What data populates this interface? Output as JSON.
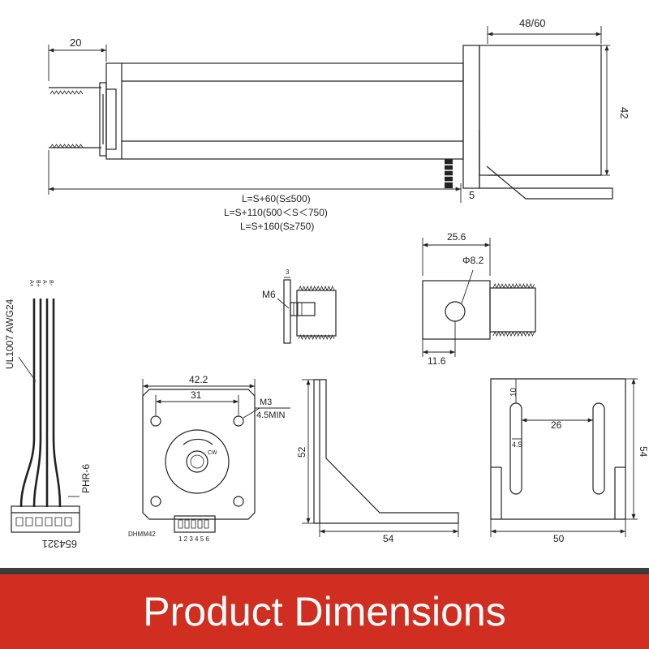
{
  "top_view": {
    "dim_front_length": "20",
    "dim_motor_width": "48/60",
    "dim_motor_height": "42",
    "dim_bracket_thickness": "5",
    "length_formula_1": "L=S+60(S≤500)",
    "length_formula_2": "L=S+110(500＜S＜750)",
    "length_formula_3": "L=S+160(S≥750)"
  },
  "cable": {
    "wire_labels": [
      "A+",
      "B+",
      "A-",
      "B-"
    ],
    "wire_spec": "UL1007 AWG24",
    "connector": "PHR-6",
    "pin_numbers": "654321"
  },
  "nut_view": {
    "dim_thickness": "3",
    "thread": "M6"
  },
  "block_view": {
    "dim_width": "25.6",
    "dim_hole": "Φ8.2",
    "dim_offset": "11.6"
  },
  "motor_face": {
    "dim_outer": "42.2",
    "dim_holes": "31",
    "screw": "M3",
    "screw_depth": "4.5MIN",
    "rotation": "CW",
    "connector": "DHMM42",
    "pins": "1 2 3 4 5 6"
  },
  "bracket_side": {
    "dim_height": "52",
    "dim_length": "54"
  },
  "bracket_front": {
    "dim_slot_top": "10",
    "dim_slot_spacing": "26",
    "dim_slot_width": "4.5",
    "dim_height": "54",
    "dim_width": "50"
  },
  "banner": {
    "title": "Product Dimensions",
    "background_color": "#cf2e20",
    "border_color": "#3c3c3c"
  }
}
